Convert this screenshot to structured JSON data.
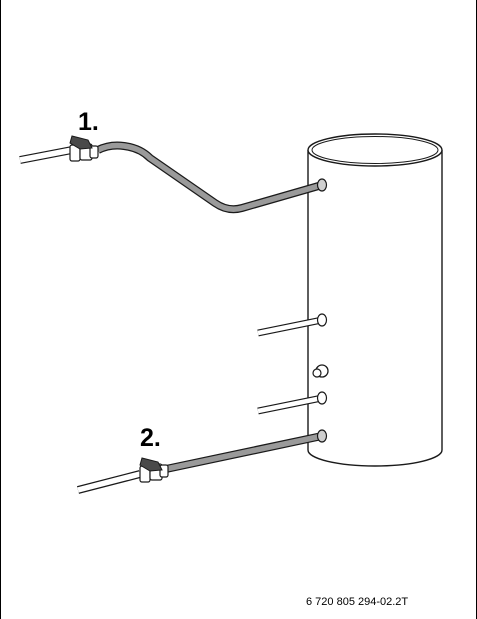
{
  "steps": [
    {
      "label": "1."
    },
    {
      "label": "2."
    }
  ],
  "figure_code": "6 720 805 294-02.2T",
  "colors": {
    "pipe_fill": "#9a9a9a",
    "outline": "#1a1a1a",
    "valve_fill": "#4a4a4a",
    "background": "#ffffff"
  }
}
